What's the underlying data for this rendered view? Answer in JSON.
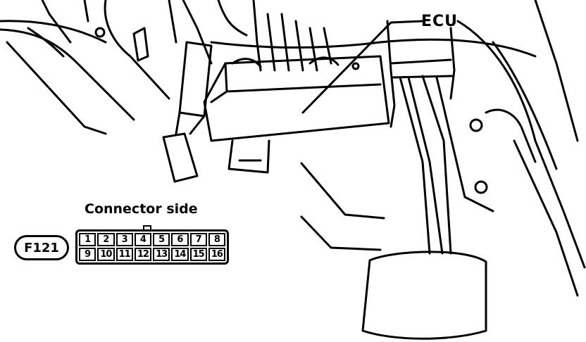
{
  "labels": {
    "ecu": "ECU",
    "connector_side": "Connector side",
    "connector_id": "F121"
  },
  "connector": {
    "top_row": [
      "1",
      "2",
      "3",
      "4",
      "5",
      "6",
      "7",
      "8"
    ],
    "bottom_row": [
      "9",
      "10",
      "11",
      "12",
      "13",
      "14",
      "15",
      "16"
    ]
  }
}
